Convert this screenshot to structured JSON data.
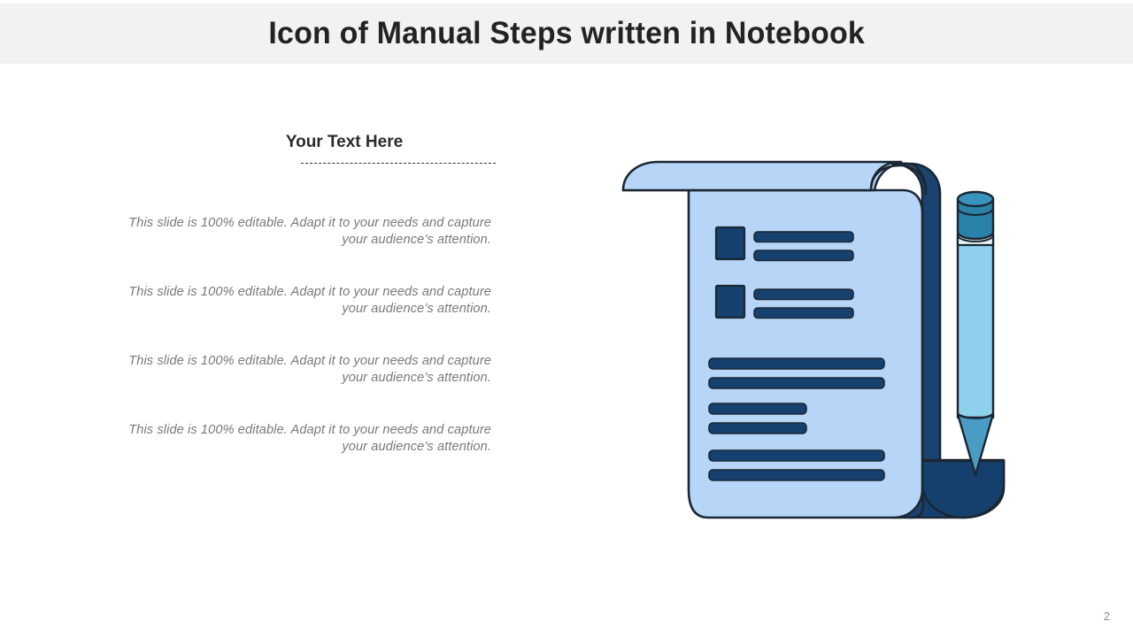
{
  "header": {
    "title": "Icon of Manual Steps written in Notebook",
    "background_color": "#f2f2f2",
    "title_color": "#232323"
  },
  "content": {
    "section_heading": "Your  Text Here",
    "paragraphs": [
      "This slide is 100% editable. Adapt it to your needs and capture your audience’s attention.",
      "This slide is 100% editable. Adapt it to your needs and capture your audience’s attention.",
      "This slide is 100% editable. Adapt it to your needs and capture your audience’s attention.",
      "This slide is 100% editable. Adapt it to your needs and capture your audience’s attention."
    ],
    "paragraph_color": "#77797c"
  },
  "icon": {
    "name": "notebook-scroll-with-pencil-icon",
    "paper_color": "#b6d5f7",
    "spine_color": "#1a4370",
    "outline_color": "#1b2733",
    "bar_color": "#16406e",
    "checkbox_color": "#16406e",
    "pencil_body_color": "#8fd1ec",
    "pencil_cap_color": "#2a82ab",
    "pencil_tip_color": "#4a9cc4",
    "pencil_ferrule_color": "#e4f3ee"
  },
  "footer": {
    "page_number": "2",
    "page_number_color": "#8a8a8a"
  }
}
